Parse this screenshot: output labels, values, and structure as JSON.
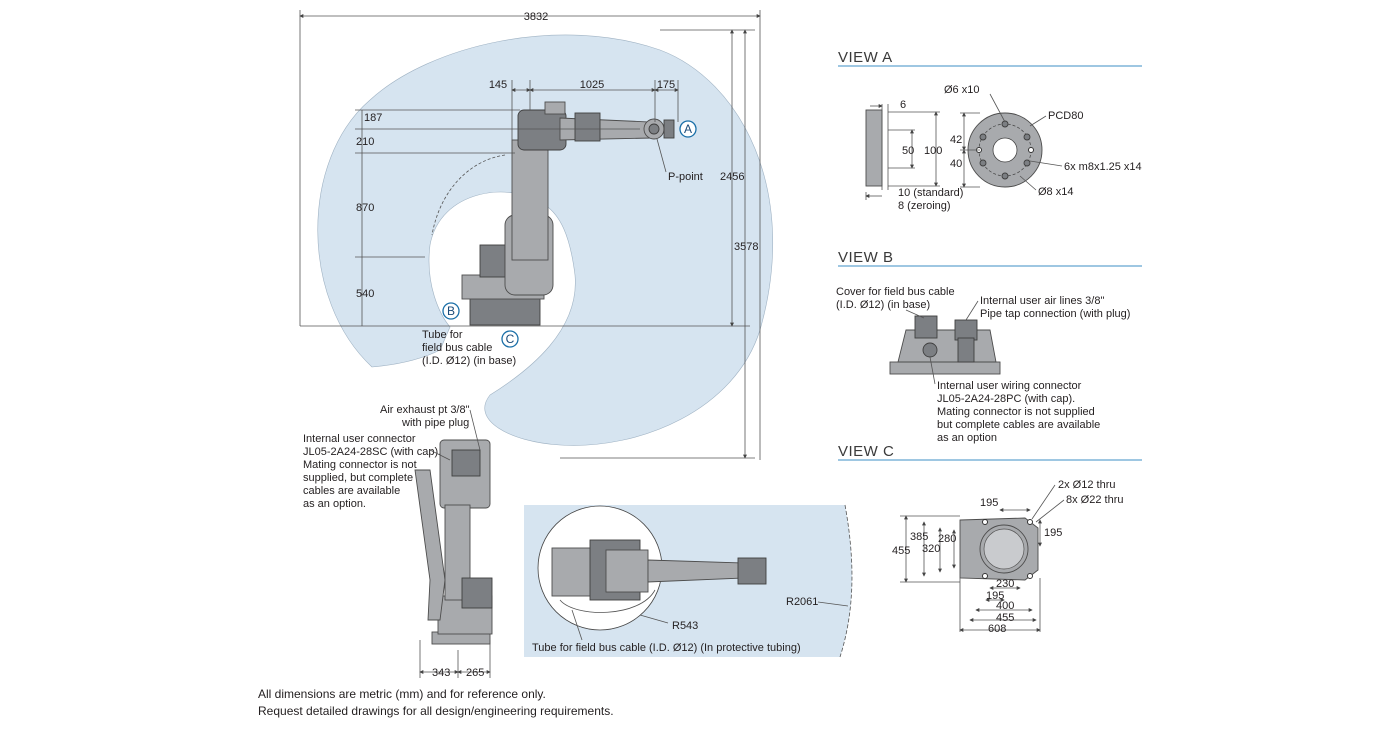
{
  "main_view": {
    "overall_width": "3832",
    "dim_145": "145",
    "dim_1025": "1025",
    "dim_175": "175",
    "dim_187": "187",
    "dim_210": "210",
    "dim_870": "870",
    "dim_540": "540",
    "dim_2456": "2456",
    "dim_3578": "3578",
    "p_point": "P-point",
    "marker_a": "A",
    "marker_b": "B",
    "marker_c": "C",
    "tube_label": [
      "Tube for",
      "field bus cable",
      "(I.D. Ø12) (in base)"
    ]
  },
  "view_a": {
    "title": "VIEW A",
    "dim_6": "6",
    "dim_50": "50",
    "dim_100": "100",
    "dim_42": "42",
    "dim_40": "40",
    "holes_6": "Ø6 x10",
    "pcd": "PCD80",
    "thread": "6x m8x1.25 x14",
    "holes_8": "Ø8 x14",
    "standard": "10 (standard)",
    "zeroing": "8 (zeroing)"
  },
  "view_b": {
    "title": "VIEW B",
    "cover": [
      "Cover for field bus cable",
      "(I.D. Ø12) (in base)"
    ],
    "air": [
      "Internal user air lines 3/8\"",
      "Pipe tap connection (with plug)"
    ],
    "wiring": [
      "Internal user wiring connector",
      "JL05-2A24-28PC (with cap).",
      "Mating connector is not supplied",
      "but complete cables are available",
      "as an option"
    ]
  },
  "view_c": {
    "title": "VIEW C",
    "thru_12": "2x Ø12 thru",
    "thru_22": "8x Ø22 thru",
    "dim_195_top": "195",
    "dim_195_right": "195",
    "dim_385": "385",
    "dim_455_left": "455",
    "dim_320": "320",
    "dim_280": "280",
    "dim_230": "230",
    "dim_195_bottom": "195",
    "dim_400": "400",
    "dim_455_bottom": "455",
    "dim_608": "608"
  },
  "side_view": {
    "air_exhaust": [
      "Air exhaust pt 3/8\"",
      "with pipe plug"
    ],
    "connector": [
      "Internal user connector",
      "JL05-2A24-28SC (with cap).",
      "Mating connector is not",
      "supplied, but complete",
      "cables are available",
      "as an option."
    ],
    "dim_343": "343",
    "dim_265": "265"
  },
  "top_view": {
    "r543": "R543",
    "r2061": "R2061",
    "tube": "Tube for field bus cable (I.D. Ø12) (In protective tubing)"
  },
  "footer": {
    "line1": "All dimensions are metric (mm) and for reference only.",
    "line2": "Request detailed drawings for all design/engineering requirements."
  },
  "colors": {
    "workspace_fill": "#d6e4f0",
    "accent_line": "#3d8fc4",
    "marker_stroke": "#1a6fa8"
  }
}
